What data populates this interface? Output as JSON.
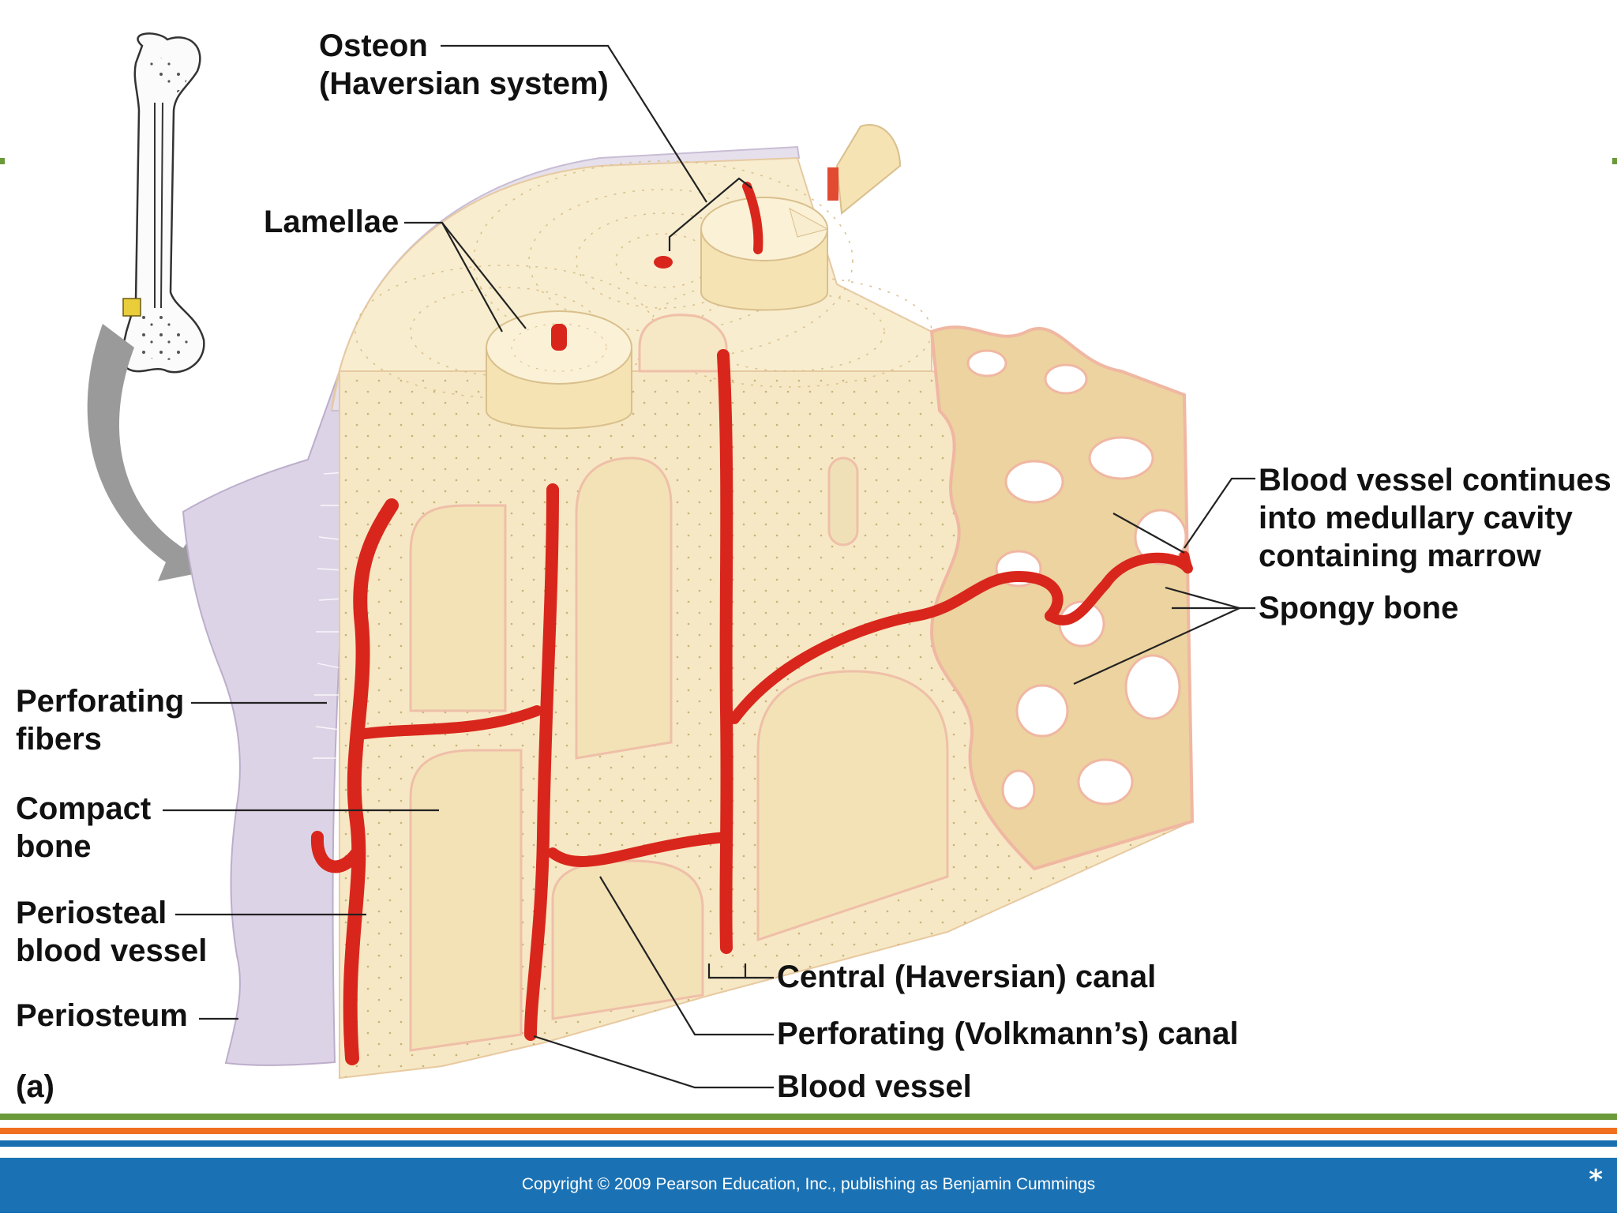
{
  "colors": {
    "green": "#6a9a3a",
    "orange": "#f07020",
    "blue": "#1a6fb0",
    "footer": "#1a72b4",
    "vessel": "#d9261c",
    "bone": "#f7ebc8",
    "spongy": "#ecd3a0",
    "periosteum": "#d8cfe0",
    "arrow": "#9a9a9a"
  },
  "labels": {
    "osteon": [
      "Osteon",
      "(Haversian system)"
    ],
    "lamellae": "Lamellae",
    "perforating_fibers": [
      "Perforating",
      "fibers"
    ],
    "compact_bone": [
      "Compact",
      "bone"
    ],
    "periosteal_vessel": [
      "Periosteal",
      "blood vessel"
    ],
    "periosteum": "Periosteum",
    "panel": "(a)",
    "medullary": [
      "Blood vessel continues",
      "into medullary cavity",
      "containing marrow"
    ],
    "spongy_bone": "Spongy bone",
    "central_canal": "Central (Haversian) canal",
    "volkmann_canal": "Perforating (Volkmann’s) canal",
    "blood_vessel": "Blood vessel"
  },
  "footer": {
    "copyright": "Copyright © 2009 Pearson Education, Inc., publishing as Benjamin Cummings",
    "star": "*"
  }
}
